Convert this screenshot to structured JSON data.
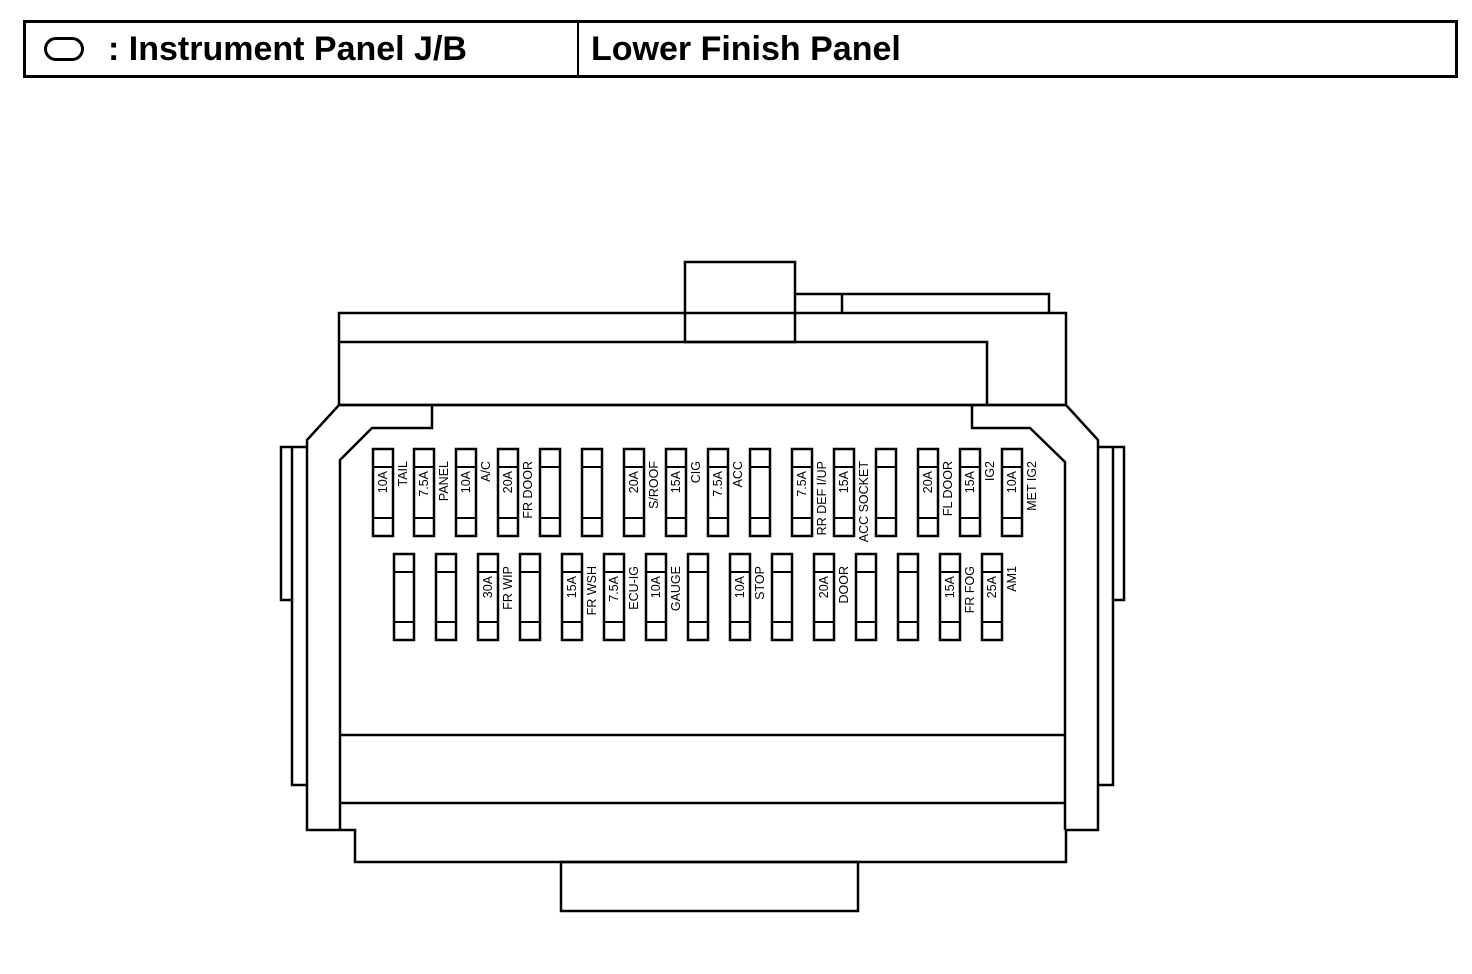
{
  "header": {
    "legend_text": ": Instrument Panel J/B",
    "location_text": "Lower Finish Panel"
  },
  "legend_icon": "oval-icon",
  "fuses": [
    {
      "id": "t1",
      "amp": "10A",
      "name": "TAIL"
    },
    {
      "id": "t2",
      "amp": "7.5A",
      "name": "PANEL"
    },
    {
      "id": "t3",
      "amp": "10A",
      "name": "A/C"
    },
    {
      "id": "t4",
      "amp": "20A",
      "name": "FR DOOR"
    },
    {
      "id": "t5",
      "amp": "",
      "name": ""
    },
    {
      "id": "t6",
      "amp": "",
      "name": ""
    },
    {
      "id": "t7",
      "amp": "20A",
      "name": "S/ROOF"
    },
    {
      "id": "t8",
      "amp": "15A",
      "name": "CIG"
    },
    {
      "id": "t9",
      "amp": "7.5A",
      "name": "ACC"
    },
    {
      "id": "t10",
      "amp": "",
      "name": ""
    },
    {
      "id": "t11",
      "amp": "7.5A",
      "name": "RR DEF I/UP"
    },
    {
      "id": "t12",
      "amp": "15A",
      "name": "ACC SOCKET"
    },
    {
      "id": "t13",
      "amp": "",
      "name": ""
    },
    {
      "id": "t14",
      "amp": "20A",
      "name": "FL DOOR"
    },
    {
      "id": "t15",
      "amp": "15A",
      "name": "IG2"
    },
    {
      "id": "t16",
      "amp": "10A",
      "name": "MET IG2"
    },
    {
      "id": "b1",
      "amp": "",
      "name": ""
    },
    {
      "id": "b2",
      "amp": "",
      "name": ""
    },
    {
      "id": "b3",
      "amp": "30A",
      "name": "FR WIP"
    },
    {
      "id": "b4",
      "amp": "",
      "name": ""
    },
    {
      "id": "b5",
      "amp": "15A",
      "name": "FR WSH"
    },
    {
      "id": "b6",
      "amp": "7.5A",
      "name": "ECU-IG"
    },
    {
      "id": "b7",
      "amp": "10A",
      "name": "GAUGE"
    },
    {
      "id": "b8",
      "amp": "",
      "name": ""
    },
    {
      "id": "b9",
      "amp": "10A",
      "name": "STOP"
    },
    {
      "id": "b10",
      "amp": "",
      "name": ""
    },
    {
      "id": "b11",
      "amp": "20A",
      "name": "DOOR"
    },
    {
      "id": "b12",
      "amp": "",
      "name": ""
    },
    {
      "id": "b13",
      "amp": "",
      "name": ""
    },
    {
      "id": "b14",
      "amp": "15A",
      "name": "FR FOG"
    },
    {
      "id": "b15",
      "amp": "25A",
      "name": "AM1"
    }
  ]
}
